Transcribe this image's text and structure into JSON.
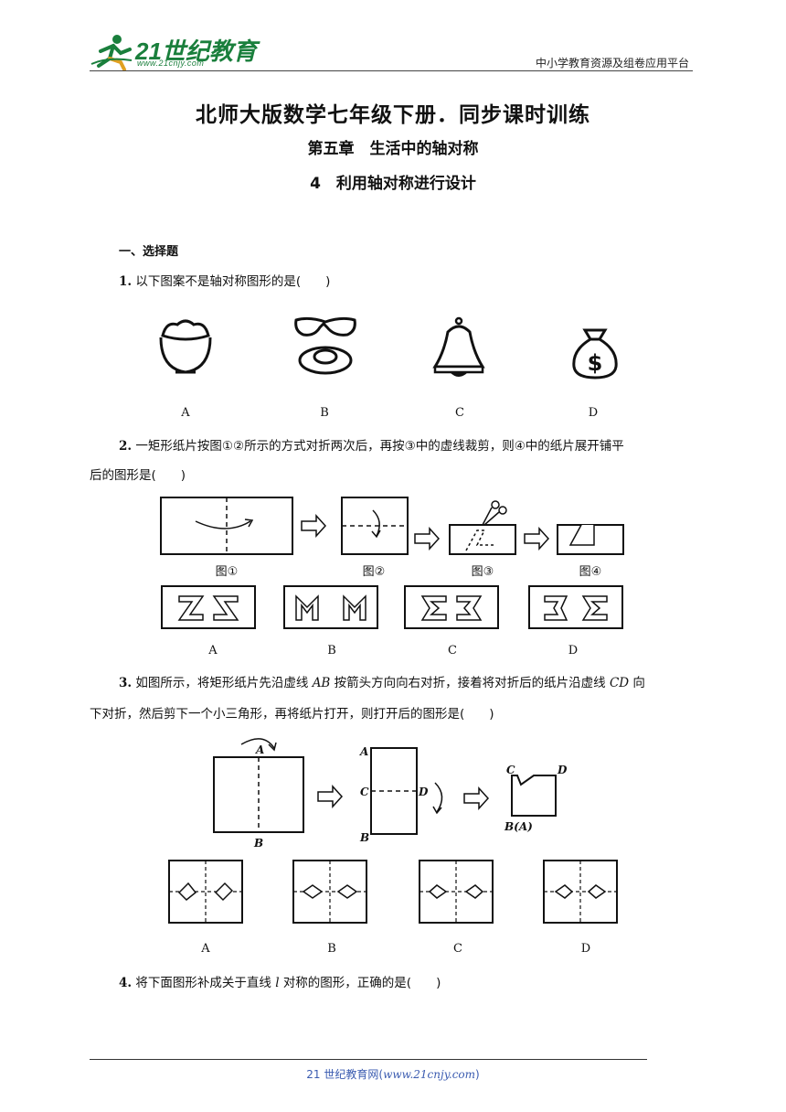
{
  "header": {
    "logo_text": "21世纪教育",
    "logo_url": "www.21cnjy.com",
    "right_text": "中小学教育资源及组卷应用平台"
  },
  "titles": {
    "main": "北师大版数学七年级下册．同步课时训练",
    "chapter": "第五章　生活中的轴对称",
    "lesson": "4　利用轴对称进行设计"
  },
  "section": "一、选择题",
  "questions": [
    {
      "number": "1.",
      "text": "以下图案不是轴对称图形的是(　　)",
      "options": [
        "A",
        "B",
        "C",
        "D"
      ]
    },
    {
      "number": "2.",
      "line1": "一矩形纸片按图①②所示的方式对折两次后，再按③中的虚线裁剪，则④中的纸片展开铺平",
      "line2": "后的图形是(　　)",
      "figure_captions": [
        "图①",
        "图②",
        "图③",
        "图④"
      ],
      "options": [
        "A",
        "B",
        "C",
        "D"
      ]
    },
    {
      "number": "3.",
      "line1_a": "如图所示，将矩形纸片先沿虚线",
      "line1_ab": "AB",
      "line1_b": "按箭头方向向右对折，接着将对折后的纸片沿虚线",
      "line1_cd": "CD",
      "line1_c": "向",
      "line2": "下对折，然后剪下一个小三角形，再将纸片打开，则打开后的图形是(　　)",
      "labels": {
        "a": "A",
        "b": "B",
        "c": "C",
        "d": "D",
        "ba": "B(A)"
      },
      "options": [
        "A",
        "B",
        "C",
        "D"
      ]
    },
    {
      "number": "4.",
      "text_a": "将下面图形补成关于直线",
      "text_l": "l",
      "text_b": "对称的图形，正确的是(　　)"
    }
  ],
  "icons": {
    "money_bag": "$"
  },
  "footer": {
    "prefix": "21 世纪教育网(",
    "url": "www.21cnjy.com",
    "suffix": ")"
  },
  "colors": {
    "brand": "#1a7f3c",
    "footer_link": "#3a5bb0"
  }
}
